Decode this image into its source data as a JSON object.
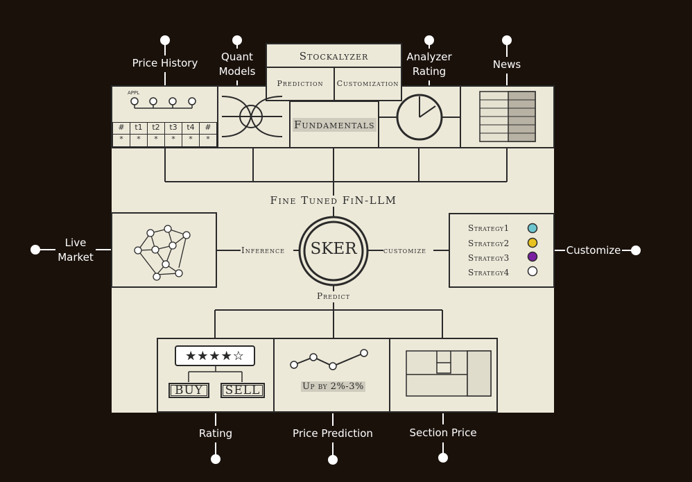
{
  "diagram_title": "Stockalyzer",
  "header_tabs": {
    "left": "Prediction",
    "right": "Customization"
  },
  "callouts": {
    "price_history": "Price History",
    "quant_models": [
      "Quant",
      "Models"
    ],
    "analyzer_rating": [
      "Analyzer",
      "Rating"
    ],
    "news": "News",
    "live_market": [
      "Live",
      "Market"
    ],
    "customize": "Customize",
    "rating": "Rating",
    "price_prediction": "Price Prediction",
    "section_price": "Section Price"
  },
  "price_history_panel": {
    "ticker": "APPL",
    "table_headers": [
      "#",
      "t1",
      "t2",
      "t3",
      "t4",
      "#"
    ],
    "table_row": [
      "*",
      "*",
      "*",
      "*",
      "*",
      "*"
    ]
  },
  "fundamentals_label": "Fundamentals",
  "model_label": "Fine Tuned FiN-LLM",
  "core_label": "SKER",
  "inference_label": "Inference",
  "customize_label": "customize",
  "predict_label": "Predict",
  "strategies": [
    {
      "name": "Strategy1",
      "color": "#6ec6d0"
    },
    {
      "name": "Strategy2",
      "color": "#e8c21f"
    },
    {
      "name": "Strategy3",
      "color": "#7a1fa0"
    },
    {
      "name": "Strategy4",
      "color": "#ffffff"
    }
  ],
  "rating_panel": {
    "stars": "★★★★☆",
    "buy": "BUY",
    "sell": "SELL"
  },
  "prediction_panel": {
    "text": "Up by 2%-3%"
  },
  "colors": {
    "background": "#1a110b",
    "panel": "#ede9d9",
    "ink": "#2a2a2a"
  }
}
